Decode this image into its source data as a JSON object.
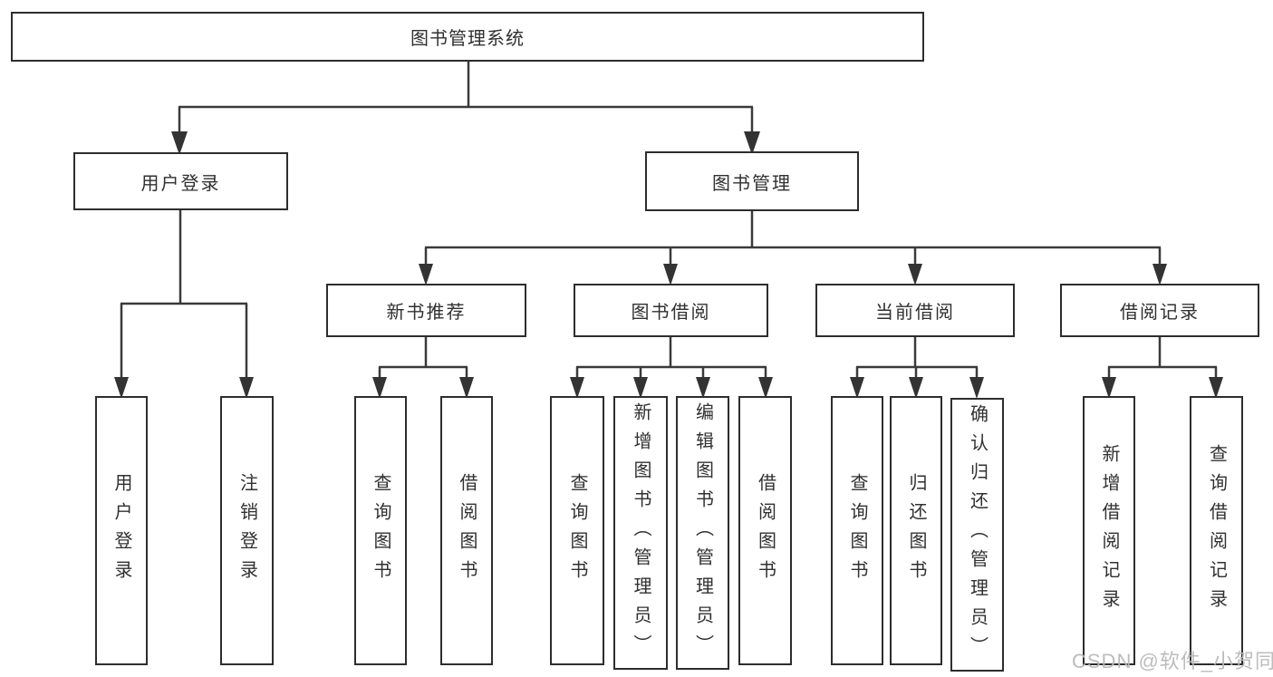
{
  "diagram": {
    "root": {
      "label": "图书管理系统"
    },
    "branches": [
      {
        "label": "用户登录",
        "children": [
          {
            "label": "用户登录"
          },
          {
            "label": "注销登录"
          }
        ]
      },
      {
        "label": "图书管理",
        "groups": [
          {
            "label": "新书推荐",
            "children": [
              {
                "label": "查询图书"
              },
              {
                "label": "借阅图书"
              }
            ]
          },
          {
            "label": "图书借阅",
            "children": [
              {
                "label": "查询图书"
              },
              {
                "label": "新增图书（管理员）"
              },
              {
                "label": "编辑图书（管理员）"
              },
              {
                "label": "借阅图书"
              }
            ]
          },
          {
            "label": "当前借阅",
            "children": [
              {
                "label": "查询图书"
              },
              {
                "label": "归还图书"
              },
              {
                "label": "确认归还（管理员）"
              }
            ]
          },
          {
            "label": "借阅记录",
            "children": [
              {
                "label": "新增借阅记录"
              },
              {
                "label": "查询借阅记录"
              }
            ]
          }
        ]
      }
    ]
  },
  "watermark": {
    "text": "CSDN @软件_小贺同学"
  },
  "colors": {
    "border": "#2d2d2d",
    "line": "#3a3a3a",
    "text": "#303030",
    "watermark": "#b9b9b9",
    "background": "#ffffff"
  }
}
